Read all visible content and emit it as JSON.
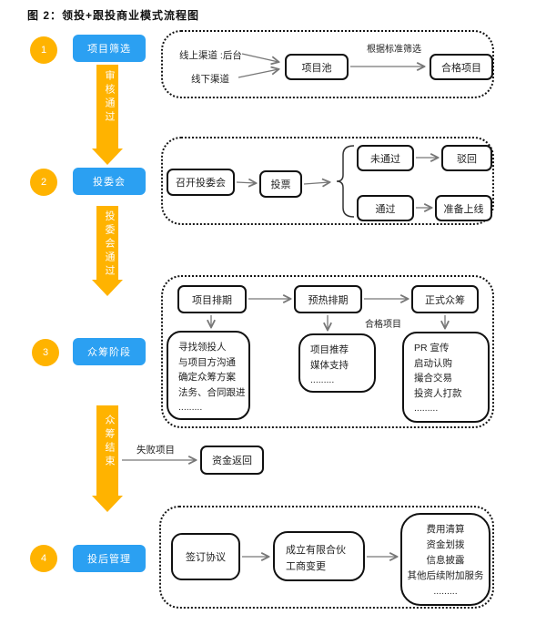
{
  "title": "图 2：领投+跟投商业模式流程图",
  "colors": {
    "accent_blue": "#2BA0F2",
    "accent_yellow": "#FFB300",
    "box_border": "#111111",
    "wire_gray": "#777777"
  },
  "stages": [
    {
      "number": "1",
      "label": "项目筛选"
    },
    {
      "number": "2",
      "label": "投委会"
    },
    {
      "number": "3",
      "label": "众筹阶段"
    },
    {
      "number": "4",
      "label": "投后管理"
    }
  ],
  "transitions": [
    "审核通过",
    "投委会通过",
    "众筹结束"
  ],
  "section1": {
    "source_online": "线上渠道 :后台",
    "source_offline": "线下渠道",
    "pool": "项目池",
    "filter_label": "根据标准筛选",
    "qualified": "合格项目"
  },
  "section2": {
    "step_meeting": "召开投委会",
    "step_vote": "投票",
    "fail": "未通过",
    "fail_result": "驳回",
    "pass": "通过",
    "pass_result": "准备上线"
  },
  "section3": {
    "step_schedule": "项目排期",
    "step_preheat": "预热排期",
    "step_formal": "正式众筹",
    "qualified_label": "合格项目",
    "detail_schedule": {
      "0": "寻找领投人",
      "1": "与项目方沟通",
      "2": "确定众筹方案",
      "3": "法务、合同跟进",
      "4": "........."
    },
    "detail_preheat": {
      "0": "项目推荐",
      "1": "媒体支持",
      "2": "........."
    },
    "detail_formal": {
      "0": "PR 宣传",
      "1": "启动认购",
      "2": "撮合交易",
      "3": "投资人打款",
      "4": "........."
    }
  },
  "fail_branch": {
    "label": "失败项目",
    "result": "资金返回"
  },
  "section4": {
    "step_sign": "签订协议",
    "step_setup": {
      "0": "成立有限合伙",
      "1": "工商变更"
    },
    "detail": {
      "0": "费用清算",
      "1": "资金划拨",
      "2": "信息披露",
      "3": "其他后续附加服务",
      "4": "........."
    }
  }
}
